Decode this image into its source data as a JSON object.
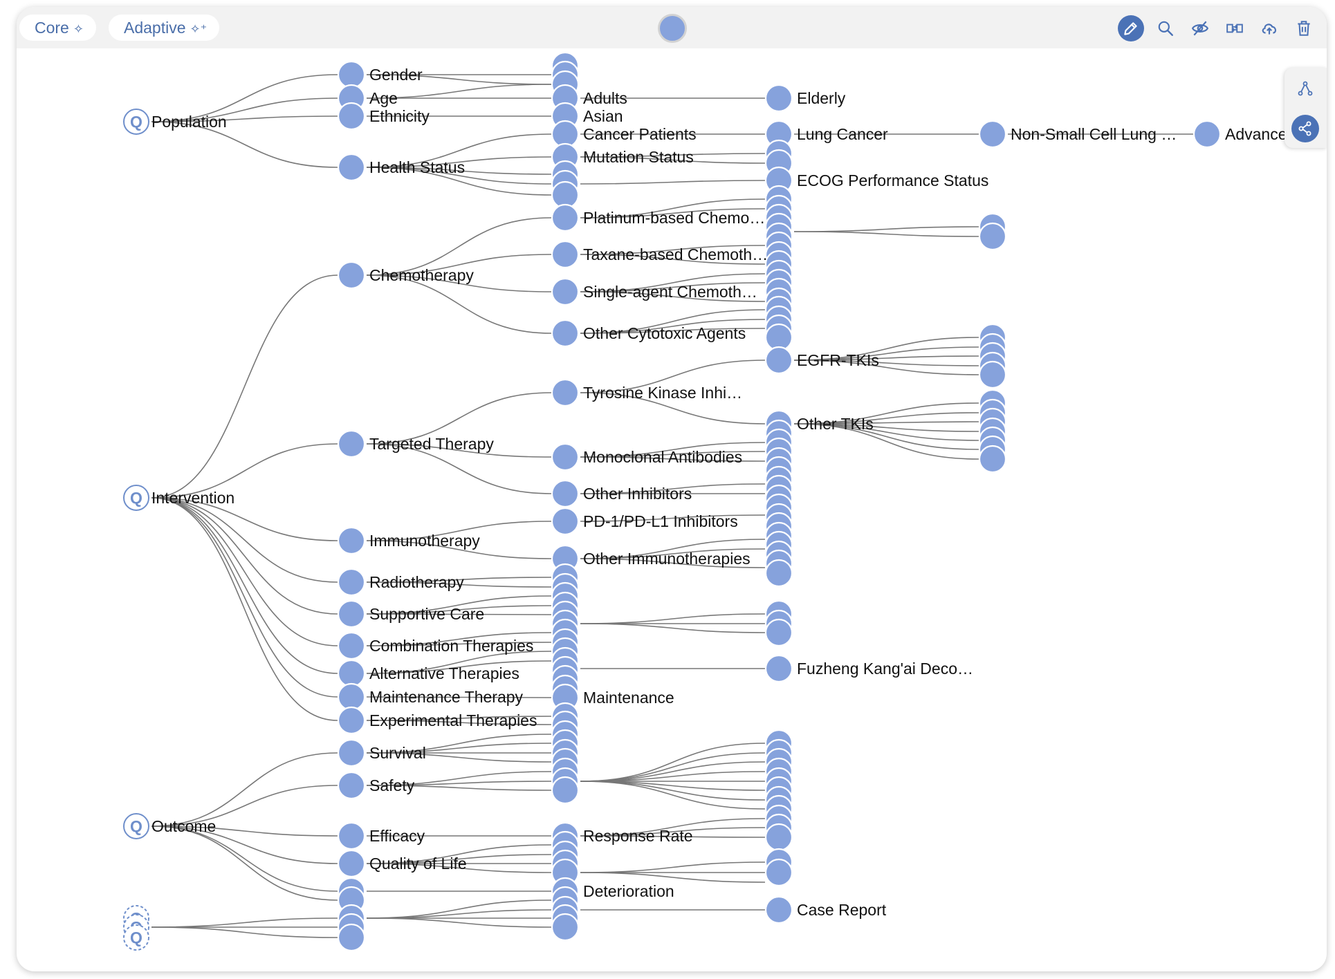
{
  "toolbar": {
    "modes": [
      {
        "label": "Core",
        "icon": "sparkle-icon"
      },
      {
        "label": "Adaptive",
        "icon": "sparkles-icon"
      }
    ],
    "actions": [
      {
        "name": "edit-button",
        "icon": "pencil-icon",
        "active": true
      },
      {
        "name": "search-button",
        "icon": "search-icon",
        "active": false
      },
      {
        "name": "hide-button",
        "icon": "eye-off-icon",
        "active": false
      },
      {
        "name": "swap-button",
        "icon": "swap-icon",
        "active": false
      },
      {
        "name": "cloud-upload-button",
        "icon": "cloud-upload-icon",
        "active": false
      },
      {
        "name": "delete-button",
        "icon": "trash-icon",
        "active": false
      }
    ]
  },
  "side_panel": [
    {
      "name": "hierarchy-view-button",
      "icon": "hierarchy-icon",
      "active": false
    },
    {
      "name": "share-button",
      "icon": "share-icon",
      "active": true
    }
  ],
  "colors": {
    "node": "#86a2dc",
    "edge": "#777777",
    "query": "#6f8fcb",
    "accent": "#4b72b6"
  },
  "graph": {
    "query_nodes": [
      {
        "label": "Population",
        "icon": "query-icon"
      },
      {
        "label": "Intervention",
        "icon": "query-icon"
      },
      {
        "label": "Outcome",
        "icon": "query-icon"
      },
      {
        "label": "",
        "icon": "query-icon-placeholder"
      }
    ],
    "level1": [
      "Gender",
      "Age",
      "Ethnicity",
      "Health Status",
      "Chemotherapy",
      "Targeted Therapy",
      "Immunotherapy",
      "Radiotherapy",
      "Supportive Care",
      "Combination Therapies",
      "Alternative Therapies",
      "Maintenance Therapy",
      "Experimental Therapies",
      "Survival",
      "Safety",
      "Efficacy",
      "Quality of Life"
    ],
    "level2": [
      "Adults",
      "Asian",
      "Cancer Patients",
      "Mutation Status",
      "Platinum-based Chemo…",
      "Taxane-based Chemoth…",
      "Single-agent Chemoth…",
      "Other Cytotoxic Agents",
      "Tyrosine Kinase Inhi…",
      "Monoclonal Antibodies",
      "Other Inhibitors",
      "PD-1/PD-L1 Inhibitors",
      "Other Immunotherapies",
      "Maintenance",
      "Response Rate",
      "Deterioration"
    ],
    "level3": [
      "Elderly",
      "Lung Cancer",
      "ECOG Performance Status",
      "EGFR-TKIs",
      "Other TKIs",
      "Fuzheng Kang'ai Deco…",
      "Case Report"
    ],
    "level4": [
      "Non-Small Cell Lung …"
    ],
    "level5": [
      "Advanced"
    ]
  }
}
